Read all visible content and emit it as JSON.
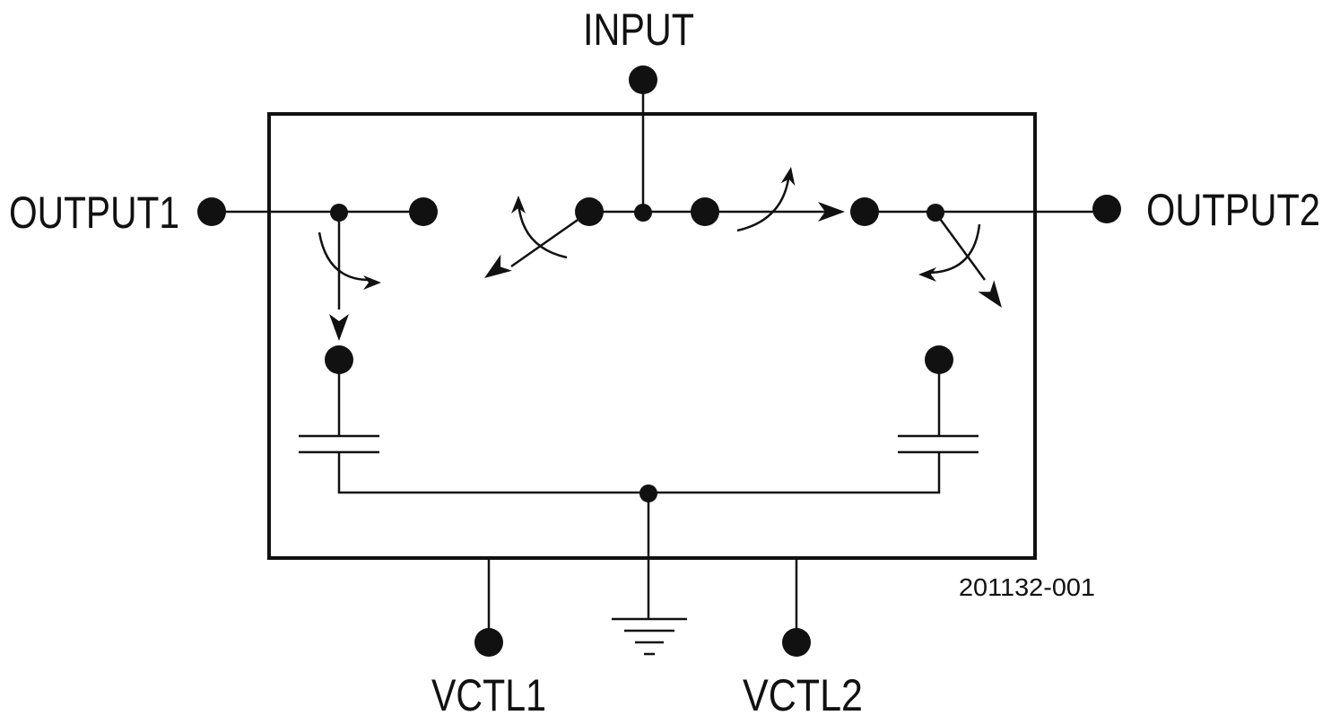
{
  "labels": {
    "input": "INPUT",
    "output1": "OUTPUT1",
    "output2": "OUTPUT2",
    "vctl1": "VCTL1",
    "vctl2": "VCTL2",
    "figure_id": "201132-001"
  },
  "colors": {
    "stroke": "#111111",
    "background": "#ffffff"
  }
}
